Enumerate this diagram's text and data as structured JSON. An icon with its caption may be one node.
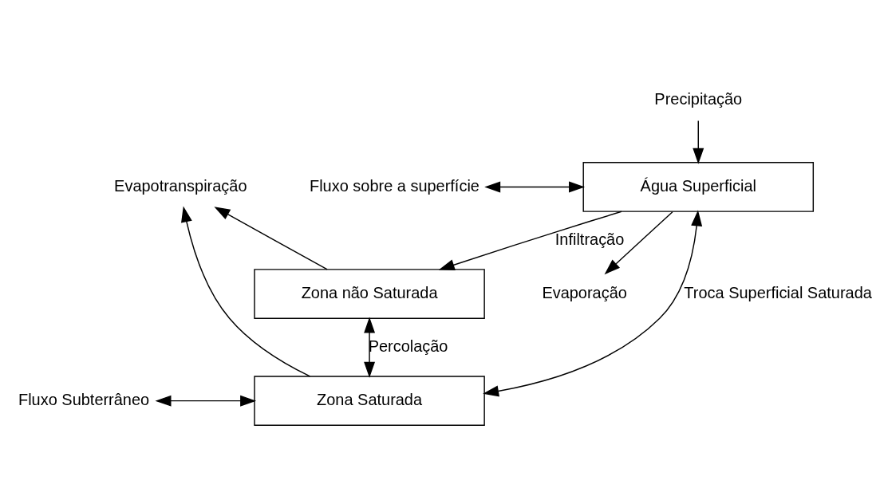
{
  "diagram": {
    "nodes": [
      {
        "text": [
          "Precipitação"
        ]
      },
      {
        "text": [
          "Evaporação"
        ]
      },
      {
        "text": [
          "Fluxo sobre a superfície"
        ]
      },
      {
        "text": [
          "Água Superficial"
        ]
      },
      {
        "text": [
          "Evapotranspiração"
        ]
      },
      {
        "text": [
          "Zona não Saturada"
        ]
      },
      {
        "text": [
          "Zona Saturada"
        ]
      },
      {
        "text": [
          "Fluxo Subterrâneo"
        ]
      }
    ],
    "edges": [
      {
        "from": 0,
        "to": 3,
        "arrow": "to"
      },
      {
        "from": 3,
        "to": 1,
        "arrow": "to"
      },
      {
        "from": 2,
        "to": 3,
        "arrow": "both"
      },
      {
        "from": 3,
        "to": 5,
        "arrow": "to",
        "label": "Infiltração"
      },
      {
        "from": 5,
        "to": 4,
        "arrow": "to"
      },
      {
        "from": 6,
        "to": 4,
        "arrow": "to"
      },
      {
        "from": 3,
        "to": 6,
        "arrow": "both",
        "label": "Troca Superficial Saturada"
      },
      {
        "from": 5,
        "to": 6,
        "arrow": "both",
        "label": "Percolação"
      },
      {
        "from": 7,
        "to": 6,
        "arrow": "both"
      }
    ]
  }
}
